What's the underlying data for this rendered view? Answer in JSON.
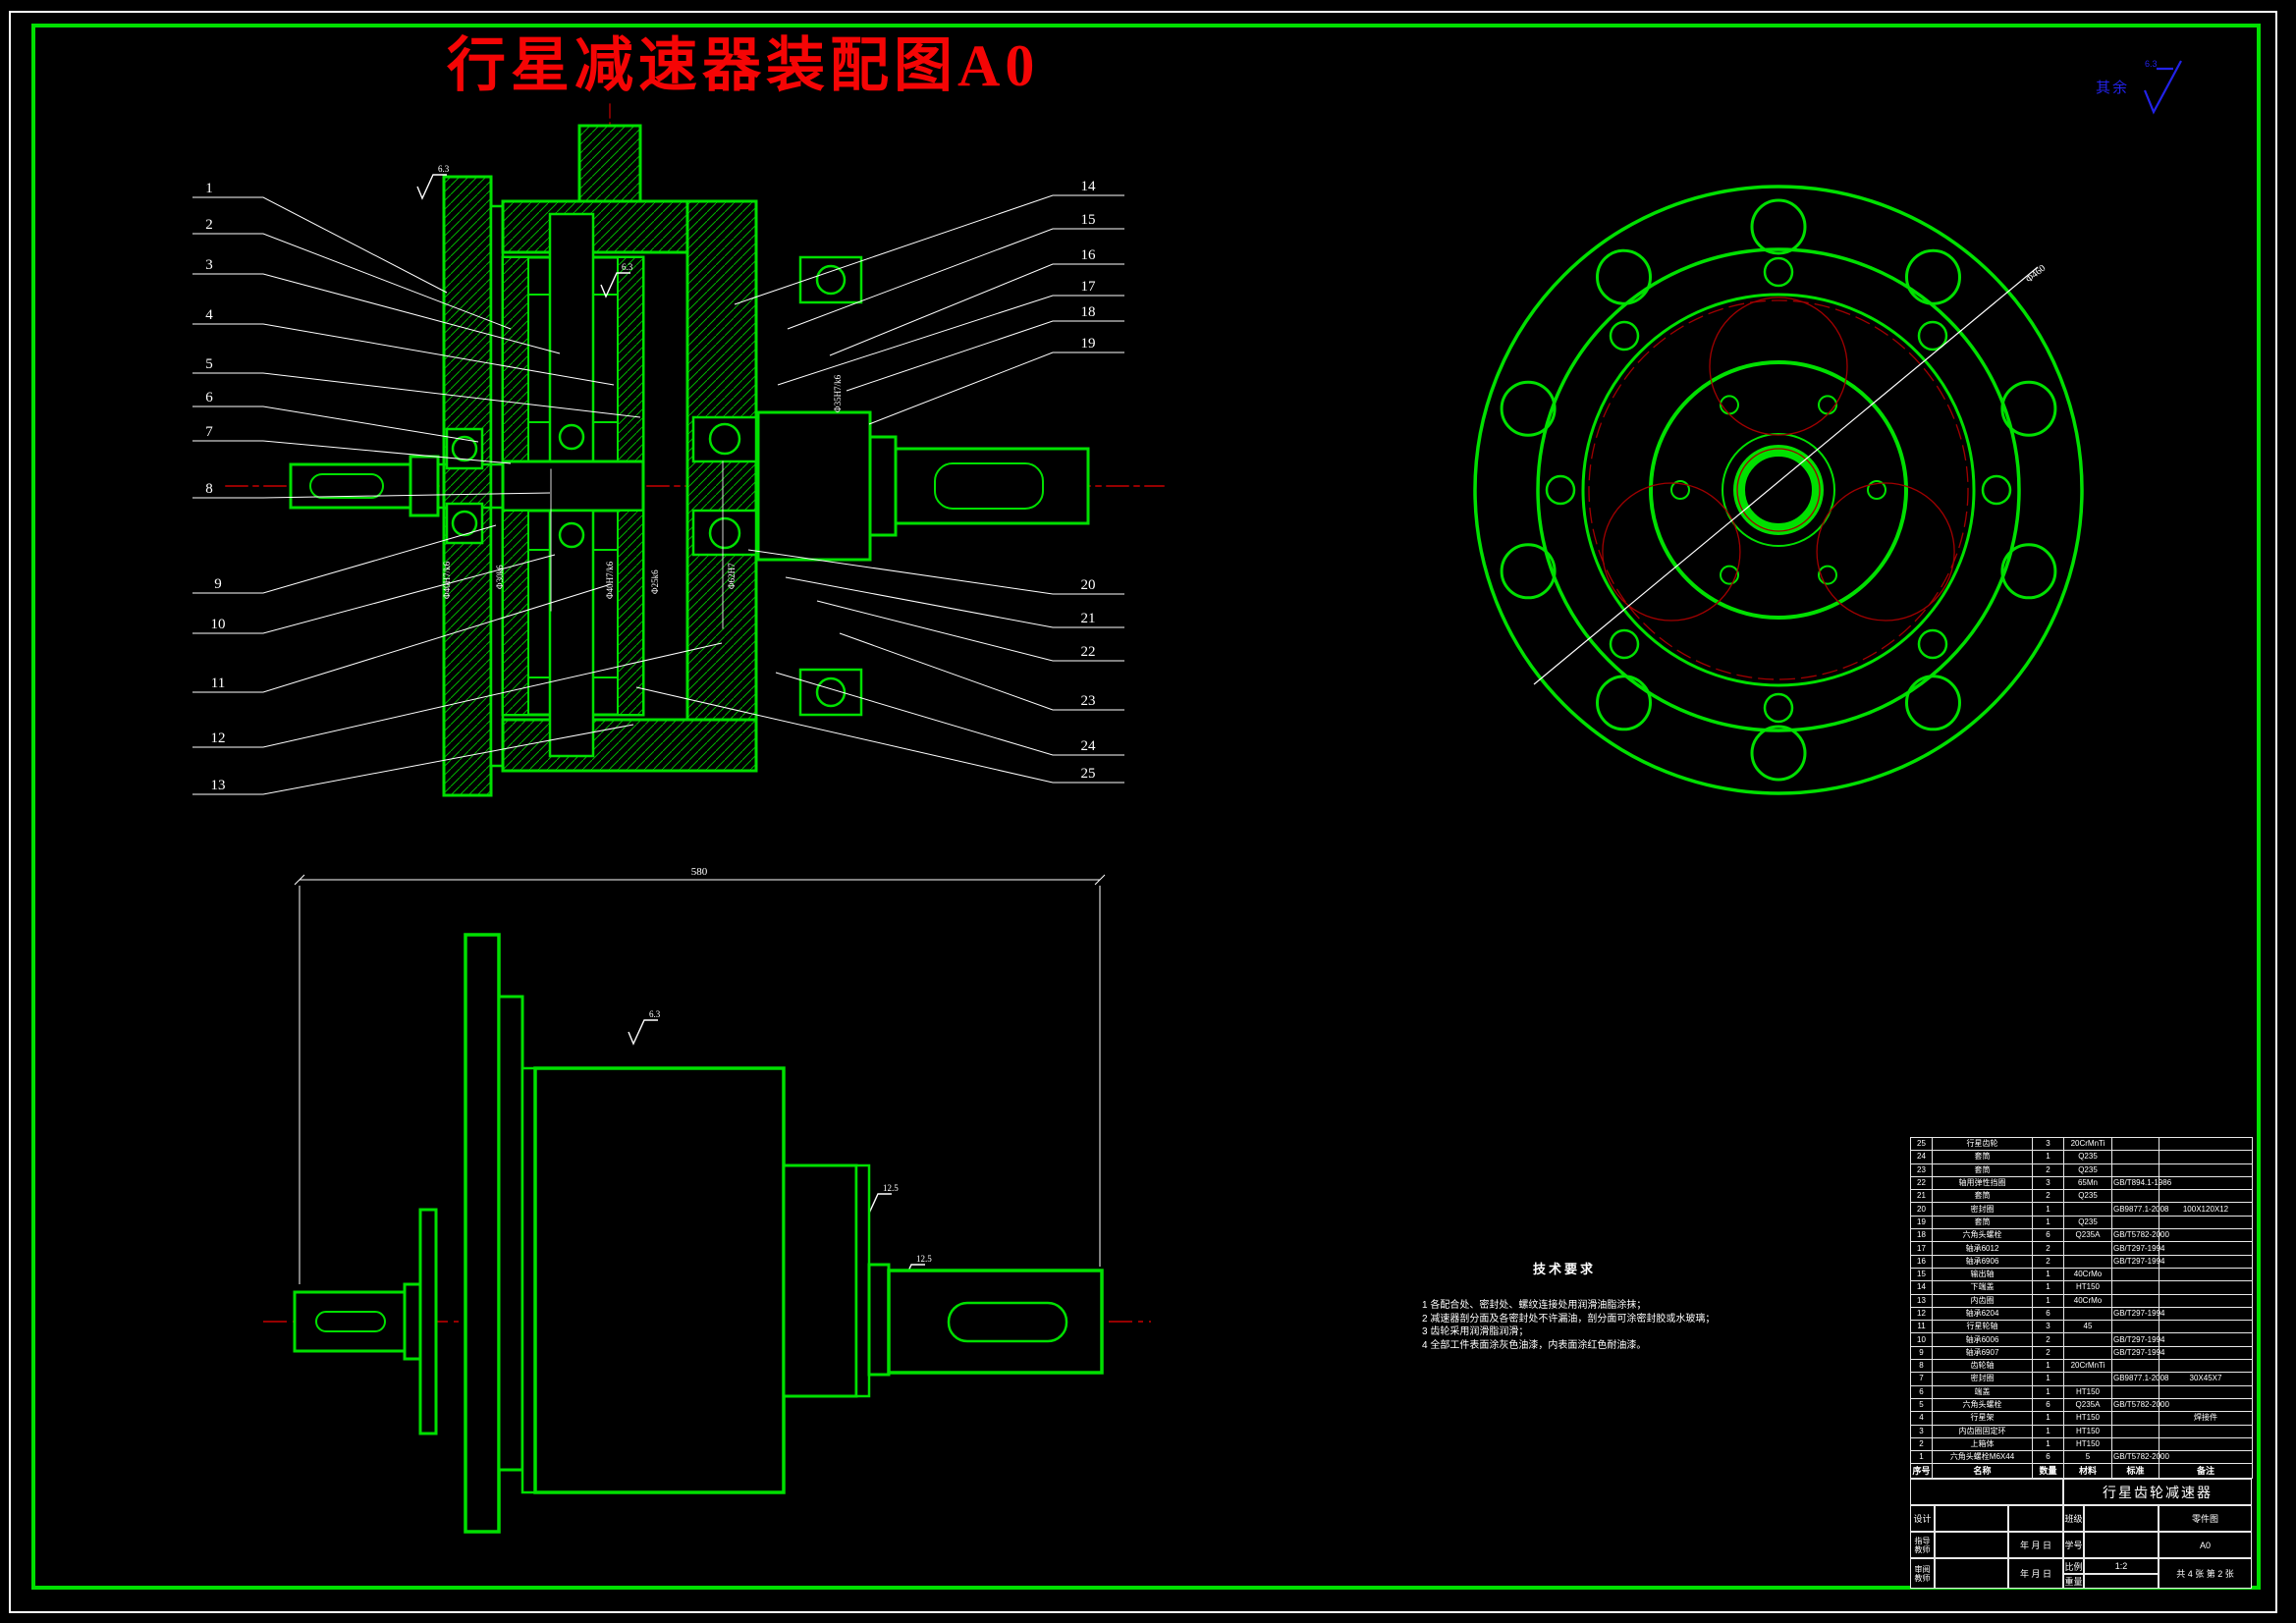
{
  "title": "行星减速器装配图A0",
  "surface_note": {
    "prefix": "其余",
    "value": "6.3"
  },
  "callouts": {
    "all": [
      "1",
      "2",
      "3",
      "4",
      "5",
      "6",
      "7",
      "8",
      "9",
      "10",
      "11",
      "12",
      "13",
      "14",
      "15",
      "16",
      "17",
      "18",
      "19",
      "20",
      "21",
      "22",
      "23",
      "24",
      "25"
    ]
  },
  "dimensions": {
    "overall_length": "580",
    "flange_diameter": "Φ460",
    "roughness": {
      "r1": "6.3",
      "r2": "6.3",
      "r3": "6.3",
      "r4": "12.5",
      "r5": "12.5"
    },
    "fits": {
      "f1": "Φ35H7/k6",
      "f2": "Φ62H7",
      "f3": "Φ40H7/k6",
      "f4": "Φ30k6",
      "f5": "Φ40H7/k6",
      "f6": "Φ25k6"
    }
  },
  "tech_requirements": {
    "heading": "技术要求",
    "items": [
      "1 各配合处、密封处、螺纹连接处用润滑油脂涂抹；",
      "2 减速器剖分面及各密封处不许漏油，剖分面可涂密封胶或水玻璃；",
      "3 齿轮采用润滑脂润滑；",
      "4 全部工件表面涂灰色油漆，内表面涂红色耐油漆。"
    ]
  },
  "parts_list": {
    "headers": [
      "序号",
      "名称",
      "数量",
      "材料",
      "标准",
      "备注"
    ],
    "rows": [
      [
        "25",
        "行星齿轮",
        "3",
        "20CrMnTi",
        "",
        ""
      ],
      [
        "24",
        "套筒",
        "1",
        "Q235",
        "",
        ""
      ],
      [
        "23",
        "套筒",
        "2",
        "Q235",
        "",
        ""
      ],
      [
        "22",
        "轴用弹性挡圈",
        "3",
        "65Mn",
        "GB/T894.1-1986",
        ""
      ],
      [
        "21",
        "套筒",
        "2",
        "Q235",
        "",
        ""
      ],
      [
        "20",
        "密封圈",
        "1",
        "",
        "GB9877.1-2008",
        "100X120X12"
      ],
      [
        "19",
        "套筒",
        "1",
        "Q235",
        "",
        ""
      ],
      [
        "18",
        "六角头螺栓",
        "6",
        "Q235A",
        "GB/T5782-2000",
        ""
      ],
      [
        "17",
        "轴承6012",
        "2",
        "",
        "GB/T297-1994",
        ""
      ],
      [
        "16",
        "轴承6906",
        "2",
        "",
        "GB/T297-1994",
        ""
      ],
      [
        "15",
        "输出轴",
        "1",
        "40CrMo",
        "",
        ""
      ],
      [
        "14",
        "下端盖",
        "1",
        "HT150",
        "",
        ""
      ],
      [
        "13",
        "内齿圈",
        "1",
        "40CrMo",
        "",
        ""
      ],
      [
        "12",
        "轴承6204",
        "6",
        "",
        "GB/T297-1994",
        ""
      ],
      [
        "11",
        "行星轮轴",
        "3",
        "45",
        "",
        ""
      ],
      [
        "10",
        "轴承6006",
        "2",
        "",
        "GB/T297-1994",
        ""
      ],
      [
        "9",
        "轴承6907",
        "2",
        "",
        "GB/T297-1994",
        ""
      ],
      [
        "8",
        "齿轮轴",
        "1",
        "20CrMnTi",
        "",
        ""
      ],
      [
        "7",
        "密封圈",
        "1",
        "",
        "GB9877.1-2008",
        "30X45X7"
      ],
      [
        "6",
        "端盖",
        "1",
        "HT150",
        "",
        ""
      ],
      [
        "5",
        "六角头螺栓",
        "6",
        "Q235A",
        "GB/T5782-2000",
        ""
      ],
      [
        "4",
        "行星架",
        "1",
        "HT150",
        "",
        "焊接件"
      ],
      [
        "3",
        "内齿圈固定环",
        "1",
        "HT150",
        "",
        ""
      ],
      [
        "2",
        "上箱体",
        "1",
        "HT150",
        "",
        ""
      ],
      [
        "1",
        "六角头螺栓M6X44",
        "6",
        "5",
        "GB/T5782-2000",
        ""
      ]
    ]
  },
  "title_block": {
    "product_name": "行星齿轮减速器",
    "drawing_type": "零件图",
    "sheet_size": "A0",
    "scale": "1:2",
    "sheets": "共 4 张  第 2 张",
    "labels": {
      "design": "设计",
      "advisor": "指导教师",
      "reviewer": "审阅教师",
      "class_label": "班级",
      "student_no": "学号",
      "scale_label": "比例",
      "weight_label": "重量",
      "date1": "年  月  日",
      "date2": "年  月  日"
    }
  }
}
